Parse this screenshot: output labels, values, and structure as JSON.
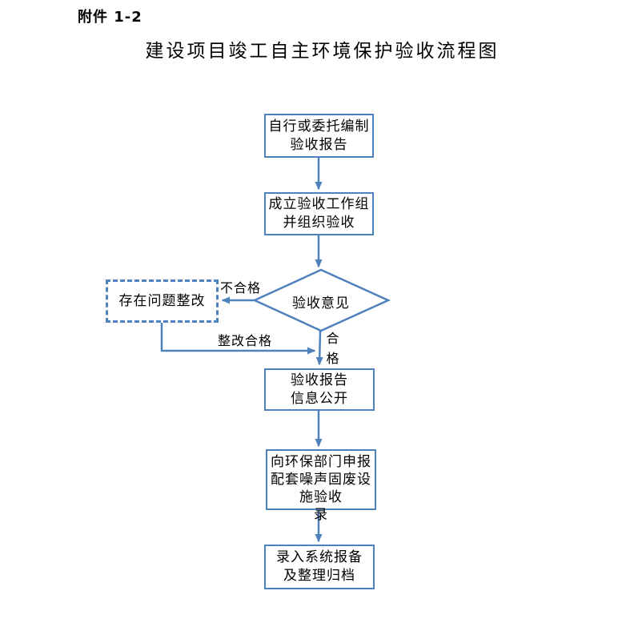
{
  "page": {
    "attachment_label": "附件 1-2",
    "title": "建设项目竣工自主环境保护验收流程图"
  },
  "flowchart": {
    "colors": {
      "accent": "#4F81BD",
      "text": "#000000",
      "background": "#FFFFFF"
    },
    "nodes": {
      "prepare_report": {
        "lines": [
          "自行或委托编制",
          "验收报告"
        ]
      },
      "working_group": {
        "lines": [
          "成立验收工作组",
          "并组织验收"
        ]
      },
      "acceptance_opinion": {
        "label": "验收意见"
      },
      "rectify_problems": {
        "label": "存在问题整改"
      },
      "report_disclosure": {
        "lines": [
          "验收报告",
          "信息公开"
        ]
      },
      "declare_facilities": {
        "lines": [
          "向环保部门申报",
          "配套噪声固废设",
          "施验收",
          "录"
        ]
      },
      "system_filing": {
        "lines": [
          "录入系统报备",
          "及整理归档"
        ]
      }
    },
    "edge_labels": {
      "unqualified": "不合格",
      "rectified_qualified": "整改合格",
      "qualified_char_1": "合",
      "qualified_char_2": "格"
    }
  }
}
